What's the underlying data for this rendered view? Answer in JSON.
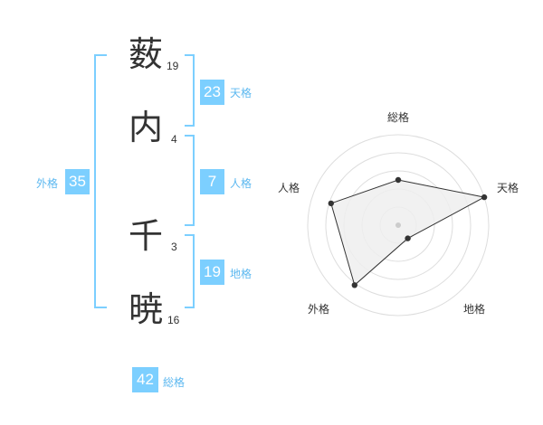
{
  "name": {
    "chars": [
      {
        "char": "薮",
        "strokes": "19"
      },
      {
        "char": "内",
        "strokes": "4"
      },
      {
        "char": "千",
        "strokes": "3"
      },
      {
        "char": "暁",
        "strokes": "16"
      }
    ]
  },
  "kaku": {
    "tenkaku": {
      "value": "23",
      "label": "天格"
    },
    "jinkaku": {
      "value": "7",
      "label": "人格"
    },
    "chikaku": {
      "value": "19",
      "label": "地格"
    },
    "gaikaku": {
      "value": "35",
      "label": "外格"
    },
    "soukaku": {
      "value": "42",
      "label": "総格"
    }
  },
  "colors": {
    "accent": "#7ccfff",
    "accent_text": "#5cb8f0",
    "text": "#333333",
    "radar_fill": "#eeeeee",
    "radar_grid": "#dddddd"
  },
  "chart_data": {
    "type": "radar",
    "axes": [
      "総格",
      "天格",
      "地格",
      "外格",
      "人格"
    ],
    "values": [
      0.5,
      1.0,
      0.18,
      0.82,
      0.78
    ],
    "range": [
      0,
      1
    ],
    "rings": 5
  }
}
